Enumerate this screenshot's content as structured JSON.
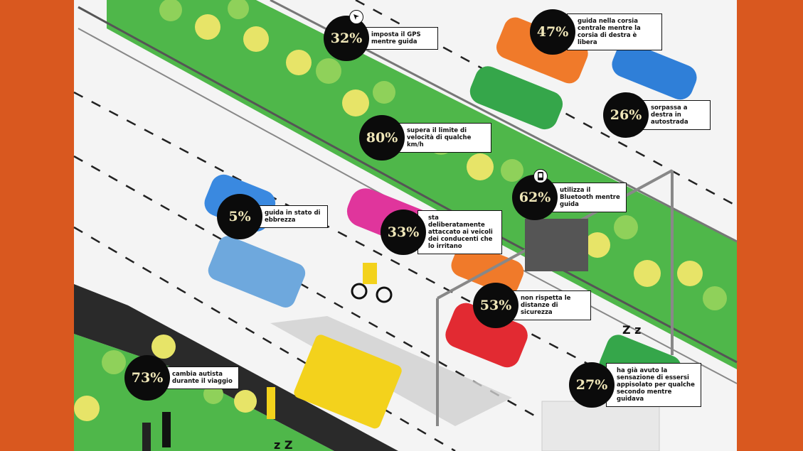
{
  "colors": {
    "frame": "#d9581f",
    "road": "#f4f4f4",
    "grass": "#4fb74a",
    "badge": "#0b0b0b",
    "badge_text": "#efe6b8"
  },
  "icons": [
    "gps-arrow-icon",
    "bluetooth-phone-icon",
    "sleep-zz-icon"
  ],
  "stats": [
    {
      "id": "gps",
      "value": "32%",
      "label": "imposta il GPS mentre guida"
    },
    {
      "id": "center-lane",
      "value": "47%",
      "label": "guida nella corsia centrale mentre la corsia di destra è libera"
    },
    {
      "id": "overtake-right",
      "value": "26%",
      "label": "sorpassa a destra in autostrada"
    },
    {
      "id": "speed",
      "value": "80%",
      "label": "supera il limite di velocità di qualche km/h"
    },
    {
      "id": "bluetooth",
      "value": "62%",
      "label": "utilizza il Bluetooth mentre guida"
    },
    {
      "id": "drunk",
      "value": "5%",
      "label": "guida in stato di ebbrezza"
    },
    {
      "id": "attacked",
      "value": "33%",
      "label": "sta deliberatamente attaccato ai veicoli dei conducenti che lo irritano"
    },
    {
      "id": "distance",
      "value": "53%",
      "label": "non rispetta le distanze di sicurezza"
    },
    {
      "id": "change-driver",
      "value": "73%",
      "label": "cambia autista durante il viaggio"
    },
    {
      "id": "asleep",
      "value": "27%",
      "label": "ha già avuto la sensazione di essersi appisolato per qualche secondo mentre guidava"
    }
  ],
  "sleep_text": [
    "Z z",
    "z Z"
  ]
}
